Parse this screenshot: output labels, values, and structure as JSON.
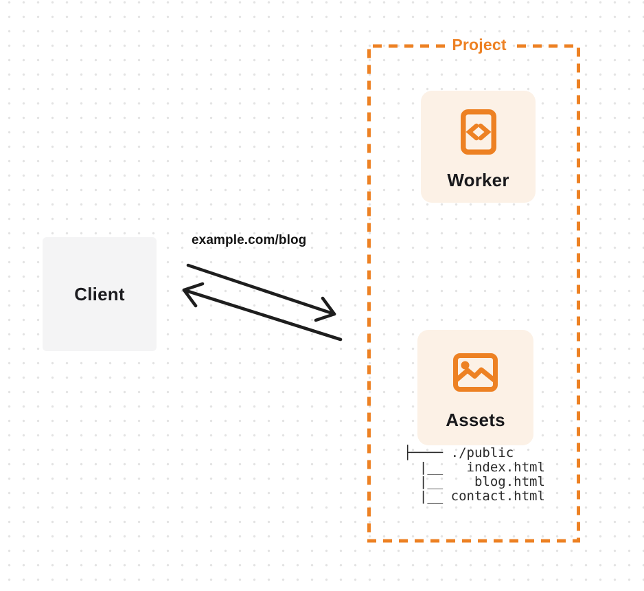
{
  "client": {
    "label": "Client"
  },
  "request": {
    "label": "example.com/blog"
  },
  "project": {
    "title": "Project",
    "worker_card": {
      "label": "Worker",
      "icon": "code-document-icon"
    },
    "assets_card": {
      "label": "Assets",
      "icon": "image-icon"
    },
    "file_tree": {
      "lines": [
        "├──── ./public",
        "  |__   index.html",
        "  |__    blog.html",
        "  |__ contact.html"
      ]
    }
  },
  "colors": {
    "accent_orange": "#ED8123",
    "card_background": "#FCF1E6",
    "client_background": "#F4F4F5",
    "arrow_black": "#1E1E1E",
    "dot_grid_gray": "#E3E3E3",
    "label_dark": "#19191C"
  }
}
